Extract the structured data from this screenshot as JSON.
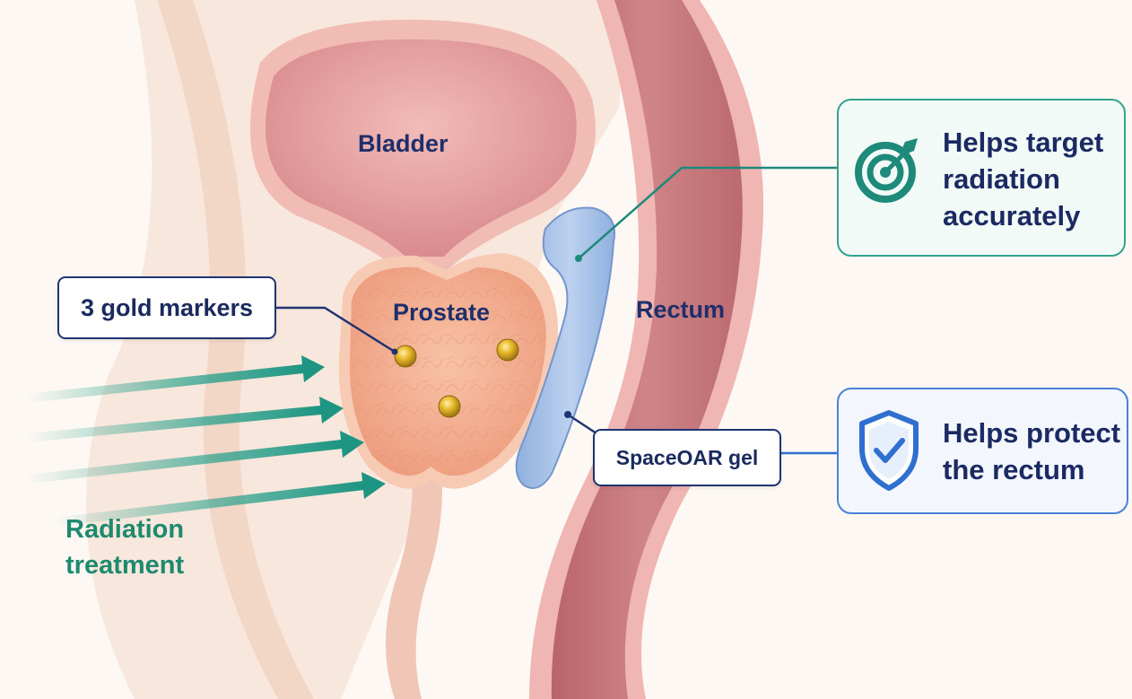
{
  "organs": {
    "bladder": "Bladder",
    "prostate": "Prostate",
    "rectum": "Rectum"
  },
  "callouts": {
    "gold_markers": "3 gold markers",
    "spacer_gel": "SpaceOAR gel"
  },
  "radiation": {
    "label_line1": "Radiation",
    "label_line2": "treatment"
  },
  "panels": {
    "target": {
      "text": "Helps target\nradiation\naccurately",
      "icon": "target-icon",
      "accent": "#1e8a7a"
    },
    "protect": {
      "text": "Helps protect\nthe rectum",
      "icon": "shield-check-icon",
      "accent": "#2f6fd0"
    }
  },
  "colors": {
    "background": "#fdf8f3",
    "bladder": "#e7a0a0",
    "prostate": "#f4ad8e",
    "rectum": "#c9787c",
    "gel": "#a6c1e6",
    "marker": "#e2ad1c",
    "arrow": "#23a08c",
    "label_navy": "#1e2f6b"
  }
}
